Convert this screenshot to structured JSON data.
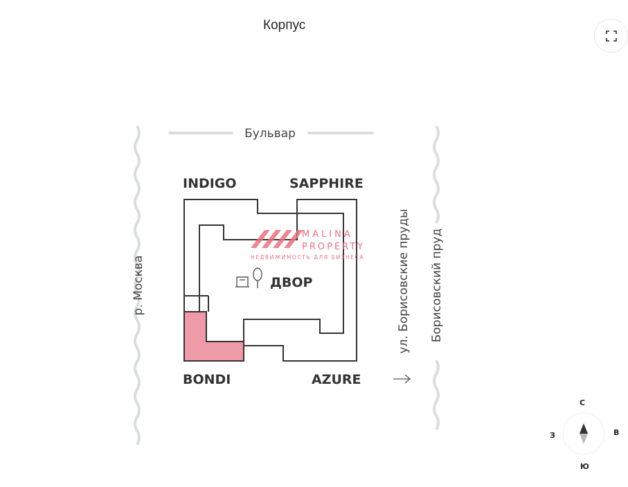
{
  "title": "Корпус",
  "map": {
    "street_top": "Бульвар",
    "river_left": "р. Москва",
    "street_right_inner": "ул. Борисовские пруды",
    "street_right_outer": "Борисовский пруд",
    "courtyard": "ДВОР",
    "buildings": {
      "top_left": "INDIGO",
      "top_right": "SAPPHIRE",
      "bottom_left": "BONDI",
      "bottom_right": "AZURE"
    },
    "highlight_color": "#ef9aa8",
    "watermark": {
      "line1": "MALINA",
      "line2": "PROPERTY",
      "tagline": "НЕДВИЖИМОСТЬ ДЛЯ БИЗНЕСА",
      "color": "#e8737f"
    }
  },
  "compass": {
    "north": "С",
    "east": "В",
    "south": "Ю",
    "west": "З"
  }
}
